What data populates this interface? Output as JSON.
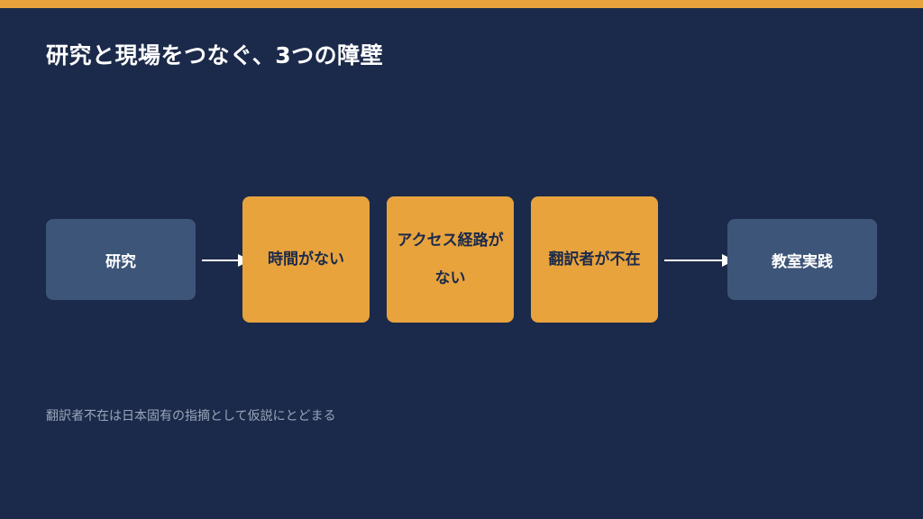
{
  "title": "研究と現場をつなぐ、3つの障壁",
  "diagram": {
    "source": "研究",
    "barriers": [
      {
        "label": "時間がない"
      },
      {
        "label": "アクセス経路がない"
      },
      {
        "label": "翻訳者が不在"
      }
    ],
    "target": "教室実践"
  },
  "footnote": "翻訳者不在は日本固有の指摘として仮説にとどまる",
  "colors": {
    "background": "#1b2a4a",
    "accent": "#e8a33d",
    "endpoint_box": "#3d5578",
    "footnote_text": "#9aa6ba"
  }
}
